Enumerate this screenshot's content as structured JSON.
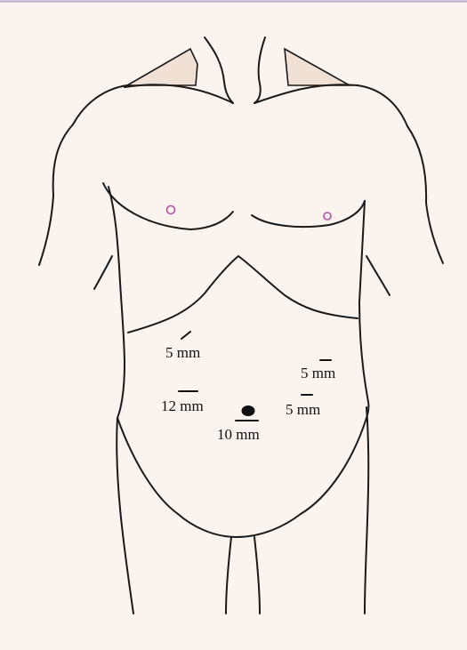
{
  "figure": {
    "background_color": "#fbf3ee",
    "border_color": "#b7a9c9",
    "outline_color": "#1a1a1a",
    "shoulder_shade_color": "#f1e1d4",
    "nipple_color": "#b44fa3",
    "umbilicus_color": "#111111"
  },
  "ports": [
    {
      "label": "5 mm"
    },
    {
      "label": "5 mm"
    },
    {
      "label": "12 mm"
    },
    {
      "label": "5 mm"
    },
    {
      "label": "10 mm"
    }
  ]
}
